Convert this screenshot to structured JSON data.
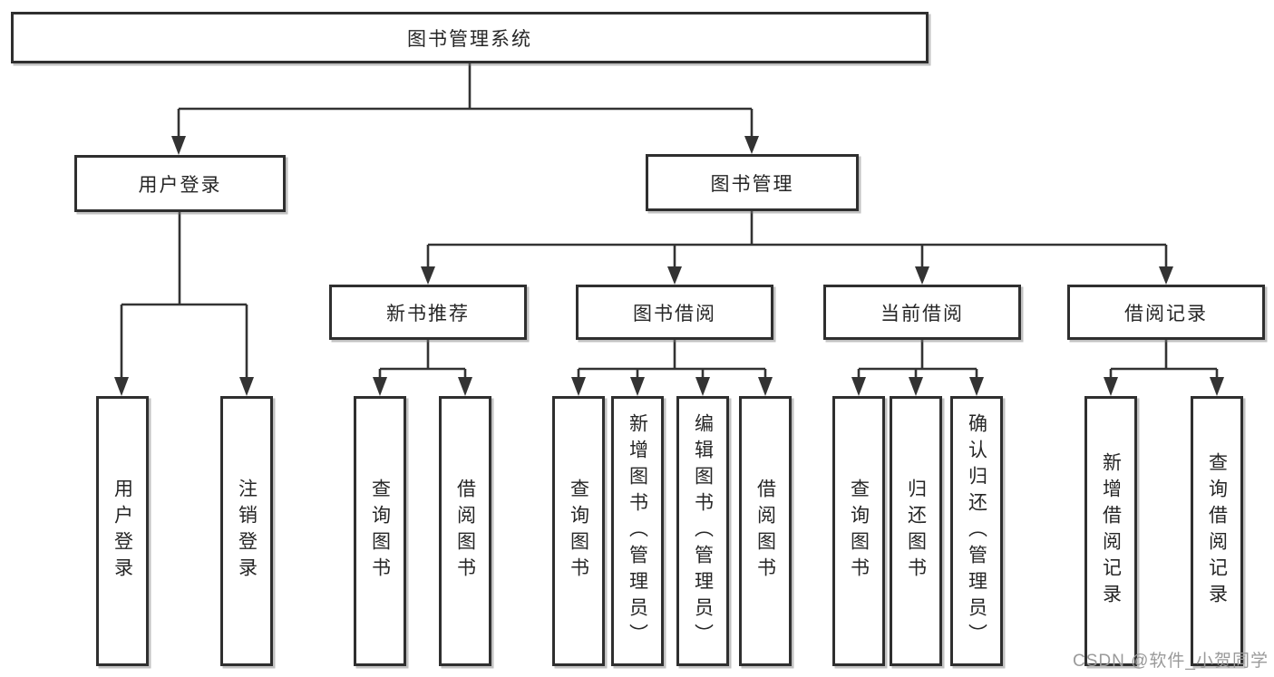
{
  "diagram_type": "functional-structure-tree",
  "tree": {
    "label": "图书管理系统",
    "children": [
      {
        "label": "用户登录",
        "children": [
          {
            "label": "用户登录"
          },
          {
            "label": "注销登录"
          }
        ]
      },
      {
        "label": "图书管理",
        "children": [
          {
            "label": "新书推荐",
            "children": [
              {
                "label": "查询图书"
              },
              {
                "label": "借阅图书"
              }
            ]
          },
          {
            "label": "图书借阅",
            "children": [
              {
                "label": "查询图书"
              },
              {
                "label": "新增图书（管理员）"
              },
              {
                "label": "编辑图书（管理员）"
              },
              {
                "label": "借阅图书"
              }
            ]
          },
          {
            "label": "当前借阅",
            "children": [
              {
                "label": "查询图书"
              },
              {
                "label": "归还图书"
              },
              {
                "label": "确认归还（管理员）"
              }
            ]
          },
          {
            "label": "借阅记录",
            "children": [
              {
                "label": "新增借阅记录"
              },
              {
                "label": "查询借阅记录"
              }
            ]
          }
        ]
      }
    ]
  },
  "watermark": {
    "text": "CSDN @软件_小贺同学"
  },
  "colors": {
    "background": "#ffffff",
    "box_border": "#2f2f2f",
    "line": "#333333",
    "text": "#262626",
    "watermark": "#9a9a9a"
  }
}
